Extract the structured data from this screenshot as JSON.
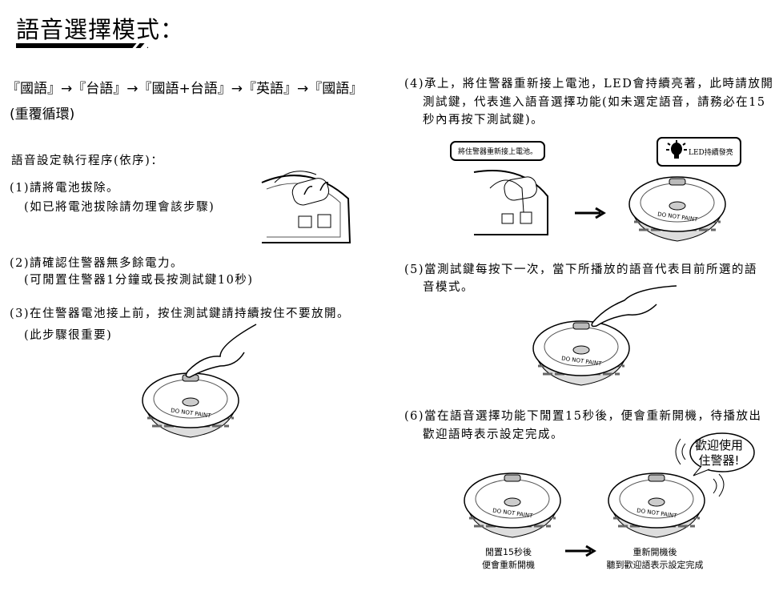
{
  "title": "語音選擇模式：",
  "mode_sequence": "『國語』→『台語』→『國語+台語』→『英語』→『國語』",
  "mode_loop": "(重覆循環)",
  "procedure_heading": "語音設定執行程序(依序)：",
  "steps": [
    {
      "line1": "(1)請將電池拔除。",
      "line2": "(如已將電池拔除請勿理會該步驟)"
    },
    {
      "line1": "(2)請確認住警器無多餘電力。",
      "line2": "(可閒置住警器1分鐘或長按測試鍵10秒)"
    },
    {
      "line1": "(3)在住警器電池接上前，按住測試鍵請持續按住不要放開。",
      "line2": "(此步驟很重要)"
    },
    {
      "line1": "(4)承上，將住警器重新接上電池，LED會持續亮著，此時請放開",
      "line2": "測試鍵，代表進入語音選擇功能(如未選定語音，請務必在15",
      "line3": "秒內再按下測試鍵)。"
    },
    {
      "line1": "(5)當測試鍵每按下一次，當下所播放的語音代表目前所選的語",
      "line2": "音模式。"
    },
    {
      "line1": "(6)當在語音選擇功能下閒置15秒後，便會重新開機，待播放出",
      "line2": "歡迎語時表示設定完成。"
    }
  ],
  "callouts": {
    "reconnect": "將住警器重新接上電池。",
    "led": "LED持續發亮",
    "welcome_line1": "歡迎使用",
    "welcome_line2": "住警器!"
  },
  "device_label": "DO NOT PAINT",
  "captions": {
    "idle_line1": "閒置15秒後",
    "idle_line2": "便會重新開機",
    "restart_line1": "重新開機後",
    "restart_line2": "聽到歡迎語表示設定完成"
  }
}
